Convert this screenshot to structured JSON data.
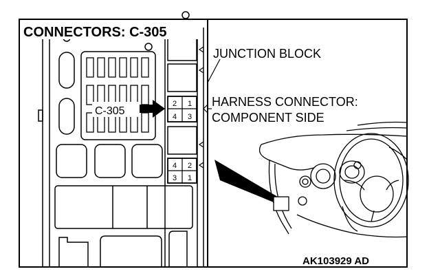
{
  "title": "CONNECTORS: C-305",
  "labels": {
    "junction_block": "JUNCTION BLOCK",
    "harness_line1": "HARNESS CONNECTOR:",
    "harness_line2": "COMPONENT SIDE",
    "connector_tag": "C-305",
    "reference": "AK103929 AD"
  },
  "connector_pins": {
    "top_row": [
      "2",
      "1"
    ],
    "bottom_row": [
      "4",
      "3"
    ]
  }
}
